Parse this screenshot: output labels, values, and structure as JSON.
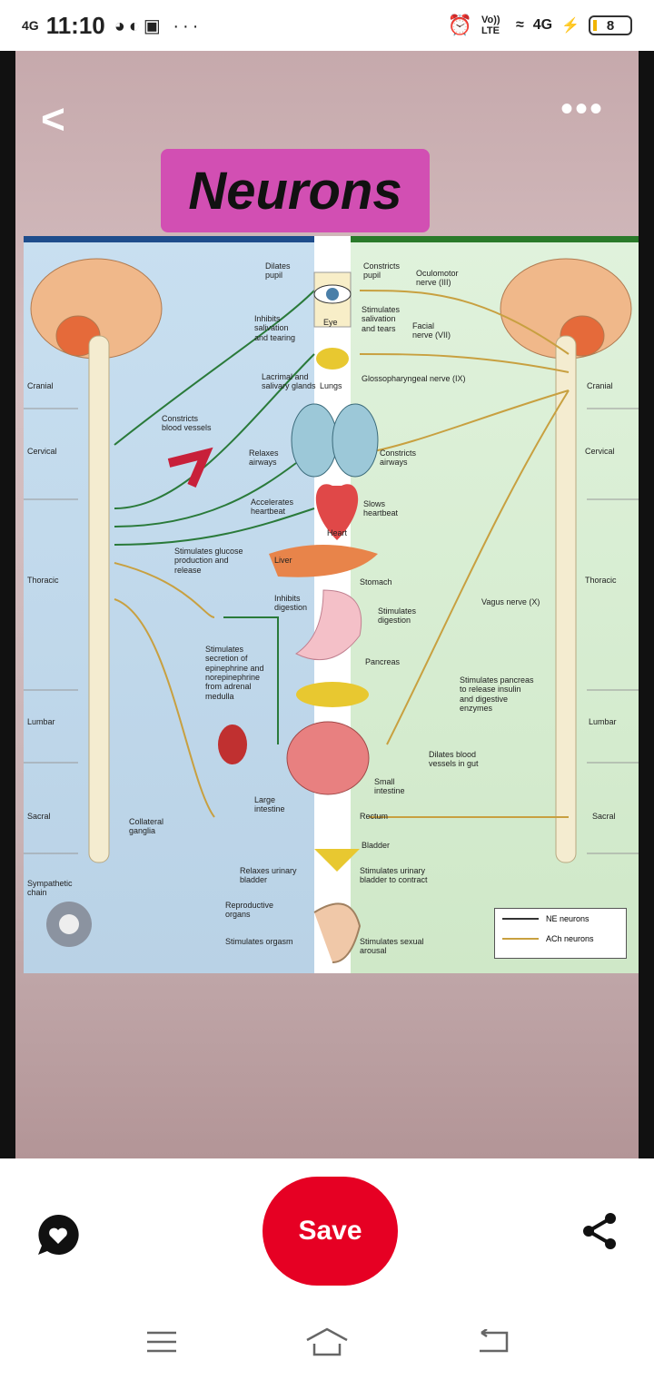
{
  "status_bar": {
    "network": "4G",
    "time": "11:10",
    "volte": "Vo)) LTE",
    "data": "4G",
    "battery": "8"
  },
  "pin": {
    "title": "Neurons",
    "diagram_labels": {
      "cranial_l": "Cranial",
      "cervical_l": "Cervical",
      "thoracic_l": "Thoracic",
      "lumbar_l": "Lumbar",
      "sacral_l": "Sacral",
      "sympathetic_chain": "Sympathetic\nchain",
      "cranial_r": "Cranial",
      "cervical_r": "Cervical",
      "thoracic_r": "Thoracic",
      "lumbar_r": "Lumbar",
      "sacral_r": "Sacral",
      "dilates_pupil": "Dilates\npupil",
      "constricts_pupil": "Constricts\npupil",
      "oculomotor": "Oculomotor\nnerve (III)",
      "inhibits_salivation": "Inhibits\nsalivation\nand tearing",
      "eye": "Eye",
      "stimulates_salivation": "Stimulates\nsalivation\nand tears",
      "facial": "Facial\nnerve (VII)",
      "lacrimal": "Lacrimal and\nsalivary glands",
      "lungs": "Lungs",
      "glosso": "Glossopharyngeal nerve (IX)",
      "constricts_vessels": "Constricts\nblood vessels",
      "relaxes_airways": "Relaxes\nairways",
      "constricts_airways": "Constricts\nairways",
      "accelerates": "Accelerates\nheartbeat",
      "heart": "Heart",
      "slows": "Slows\nheartbeat",
      "glucose": "Stimulates glucose\nproduction and\nrelease",
      "liver": "Liver",
      "stomach": "Stomach",
      "vagus": "Vagus nerve (X)",
      "inhibits_digestion": "Inhibits\ndigestion",
      "stimulates_digestion": "Stimulates\ndigestion",
      "epinephrine": "Stimulates\nsecretion of\nepinephrine and\nnorepinephrine\nfrom adrenal\nmedulla",
      "pancreas": "Pancreas",
      "stim_pancreas": "Stimulates pancreas\nto release insulin\nand digestive\nenzymes",
      "dilates_gut": "Dilates blood\nvessels in gut",
      "small_intestine": "Small\nintestine",
      "large_intestine": "Large\nintestine",
      "rectum": "Rectum",
      "collateral": "Collateral\nganglia",
      "bladder": "Bladder",
      "relaxes_bladder": "Relaxes urinary\nbladder",
      "stim_bladder": "Stimulates urinary\nbladder to contract",
      "reproductive": "Reproductive\norgans",
      "orgasm": "Stimulates orgasm",
      "arousal": "Stimulates sexual\narousal"
    },
    "legend": [
      {
        "label": "NE neurons",
        "color": "#333333"
      },
      {
        "label": "ACh neurons",
        "color": "#c8a040"
      }
    ]
  },
  "actions": {
    "save_label": "Save"
  },
  "colors": {
    "save": "#e60023",
    "title_bg": "#d24fb3"
  }
}
